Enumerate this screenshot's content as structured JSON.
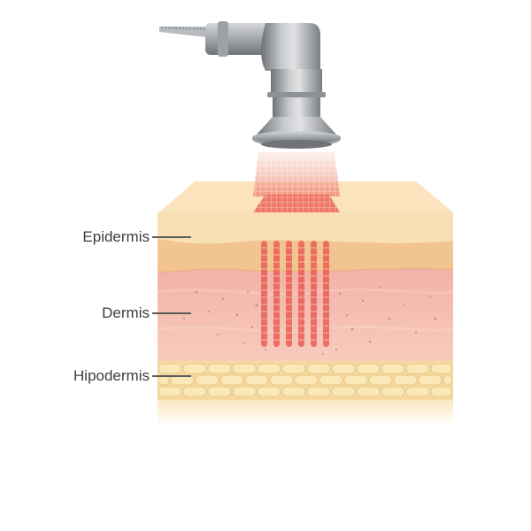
{
  "labels": {
    "epidermis": "Epidermis",
    "dermis": "Dermis",
    "hypodermis": "Hipodermis"
  },
  "colors": {
    "epidermis_top": "#f8deb0",
    "epidermis_band": "#f0c38f",
    "dermis": "#f5bcb0",
    "hypodermis_cells": "#f7e1a8",
    "laser": "#e8584f",
    "device": "#9a9da1",
    "leader_line": "#5a5a5a"
  }
}
